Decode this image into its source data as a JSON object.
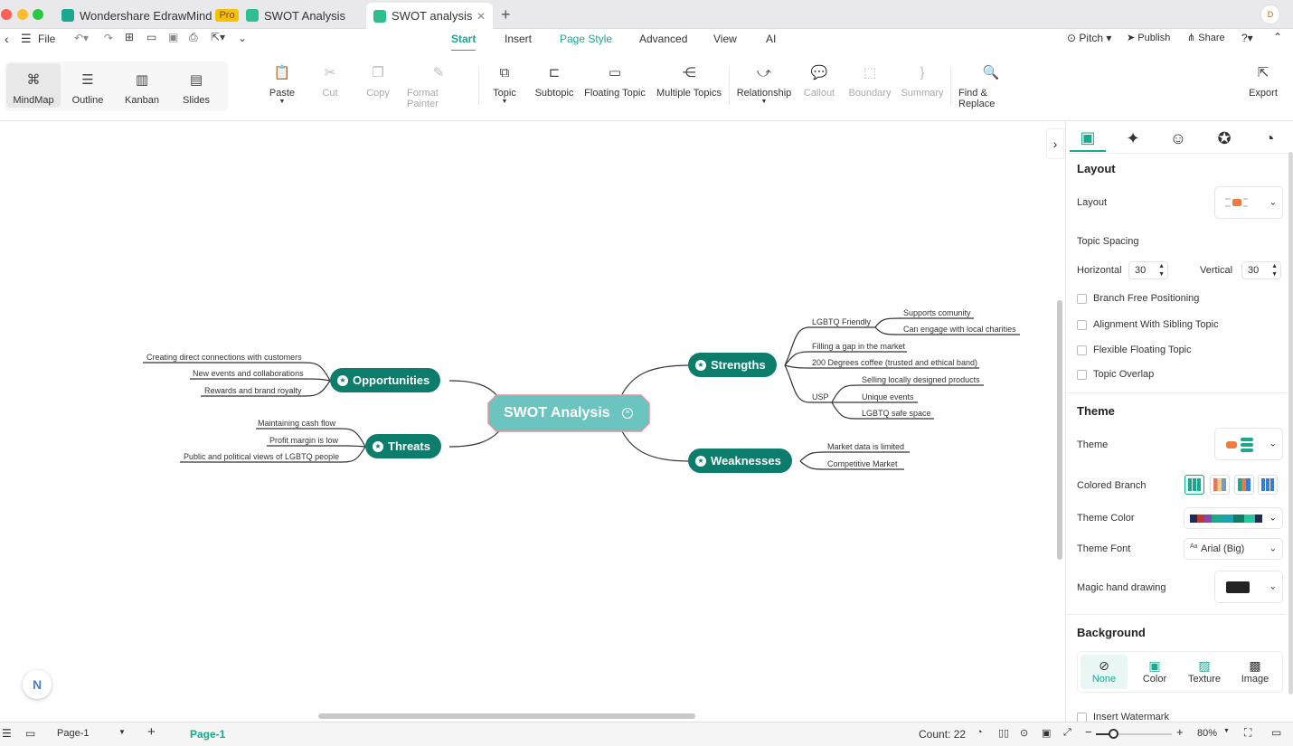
{
  "app": {
    "name": "Wondershare EdrawMind",
    "badge": "Pro",
    "user_initial": "D"
  },
  "tabs": [
    {
      "label": "Wondershare EdrawMind"
    },
    {
      "label": "SWOT Analysis"
    },
    {
      "label": "SWOT analysis"
    }
  ],
  "menubar": {
    "file": "File",
    "tabs": [
      "Start",
      "Insert",
      "Page Style",
      "Advanced",
      "View",
      "AI"
    ],
    "right": {
      "pitch": "Pitch",
      "publish": "Publish",
      "share": "Share"
    }
  },
  "views": [
    "MindMap",
    "Outline",
    "Kanban",
    "Slides"
  ],
  "tools": {
    "paste": "Paste",
    "cut": "Cut",
    "copy": "Copy",
    "format_painter": "Format Painter",
    "topic": "Topic",
    "subtopic": "Subtopic",
    "floating_topic": "Floating Topic",
    "multiple_topics": "Multiple Topics",
    "relationship": "Relationship",
    "callout": "Callout",
    "boundary": "Boundary",
    "summary": "Summary",
    "find_replace": "Find & Replace",
    "export": "Export"
  },
  "mindmap": {
    "central": "SWOT Analysis",
    "strengths": {
      "label": "Strengths",
      "lgbtq": "LGBTQ Friendly",
      "supports": "Supports comunity",
      "charities": "Can engage with local charities",
      "gap": "Filling a gap in the market",
      "coffee": "200 Degrees coffee (trusted and ethical band)",
      "usp": "USP",
      "selling": "Selling locally designed products",
      "events": "Unique events",
      "safe": "LGBTQ safe space"
    },
    "weaknesses": {
      "label": "Weaknesses",
      "items": [
        "Market data is limited",
        "Competitive Market"
      ]
    },
    "opportunities": {
      "label": "Opportunities",
      "items": [
        "Creating direct connections with customers",
        "New events and collaborations",
        "Rewards and brand royalty"
      ]
    },
    "threats": {
      "label": "Threats",
      "items": [
        "Maintaining cash flow",
        "Profit margin is low",
        "Public and political views of LGBTQ people"
      ]
    }
  },
  "panel": {
    "layout_title": "Layout",
    "layout_label": "Layout",
    "topic_spacing": "Topic Spacing",
    "horizontal_label": "Horizontal",
    "horizontal_value": "30",
    "vertical_label": "Vertical",
    "vertical_value": "30",
    "checks": [
      "Branch Free Positioning",
      "Alignment With Sibling Topic",
      "Flexible Floating Topic",
      "Topic Overlap"
    ],
    "theme_title": "Theme",
    "theme_label": "Theme",
    "colored_branch": "Colored Branch",
    "theme_color": "Theme Color",
    "theme_font": "Theme Font",
    "theme_font_value": "Arial (Big)",
    "magic": "Magic hand drawing",
    "background_title": "Background",
    "bg_options": [
      "None",
      "Color",
      "Texture",
      "Image"
    ],
    "watermark": "Insert Watermark"
  },
  "status": {
    "page_select": "Page-1",
    "page_tab": "Page-1",
    "count": "Count: 22",
    "zoom": "80%"
  },
  "colors": {
    "accent": "#1aa98f",
    "node": "#0d7d6b",
    "central": "#6cc4c0",
    "central_border": "#e8909a"
  }
}
